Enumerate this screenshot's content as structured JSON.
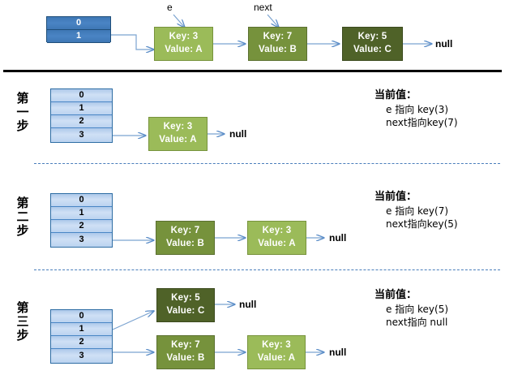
{
  "diagram": {
    "title": "HashMap rehash / transfer linked-list reversal",
    "colors": {
      "node_light_green": "#9BBB59",
      "node_mid_green": "#76923C",
      "node_dark_green": "#4F6228",
      "bucket_blue_dark": "#4A84C4",
      "bucket_blue_light": "#CFE0F5",
      "arrow_blue": "#5B8DC8",
      "separator_black": "#000000",
      "separator_dashed_blue": "#4A7EBB"
    },
    "null_label": "null"
  },
  "sections": [
    {
      "id": "original",
      "step_label": [],
      "bucket_rows": [
        "0",
        "1"
      ],
      "bucket_style": "dark",
      "pointer_labels": [
        {
          "name": "e-pointer-label",
          "text": "e"
        },
        {
          "name": "next-pointer-label",
          "text": "next"
        }
      ],
      "nodes": [
        {
          "key": "Key: 3",
          "value": "Value: A",
          "shade": "light"
        },
        {
          "key": "Key: 7",
          "value": "Value: B",
          "shade": "mid"
        },
        {
          "key": "Key: 5",
          "value": "Value: C",
          "shade": "dark"
        }
      ],
      "tail": "null",
      "annotation": null
    },
    {
      "id": "step-1",
      "step_label": [
        "第",
        "一",
        "步"
      ],
      "bucket_rows": [
        "0",
        "1",
        "2",
        "3"
      ],
      "bucket_style": "light",
      "pointer_labels": [],
      "nodes": [
        {
          "key": "Key: 3",
          "value": "Value: A",
          "shade": "light"
        }
      ],
      "tail": "null",
      "annotation": {
        "title": "当前值：",
        "lines": [
          "e 指向 key(3)",
          "next指向key(7)"
        ]
      }
    },
    {
      "id": "step-2",
      "step_label": [
        "第",
        "二",
        "步"
      ],
      "bucket_rows": [
        "0",
        "1",
        "2",
        "3"
      ],
      "bucket_style": "light",
      "pointer_labels": [],
      "nodes": [
        {
          "key": "Key: 7",
          "value": "Value: B",
          "shade": "mid"
        },
        {
          "key": "Key: 3",
          "value": "Value: A",
          "shade": "light"
        }
      ],
      "tail": "null",
      "annotation": {
        "title": "当前值：",
        "lines": [
          "e 指向 key(7)",
          "next指向key(5)"
        ]
      }
    },
    {
      "id": "step-3",
      "step_label": [
        "第",
        "三",
        "步"
      ],
      "bucket_rows": [
        "0",
        "1",
        "2",
        "3"
      ],
      "bucket_style": "light",
      "pointer_labels": [],
      "nodes": [
        {
          "key": "Key: 5",
          "value": "Value: C",
          "shade": "dark"
        },
        {
          "key": "Key: 7",
          "value": "Value: B",
          "shade": "mid"
        },
        {
          "key": "Key: 3",
          "value": "Value: A",
          "shade": "light"
        }
      ],
      "tail": "null",
      "tail2": "null",
      "annotation": {
        "title": "当前值：",
        "lines": [
          "e 指向 key(5)",
          "next指向 null"
        ]
      }
    }
  ]
}
